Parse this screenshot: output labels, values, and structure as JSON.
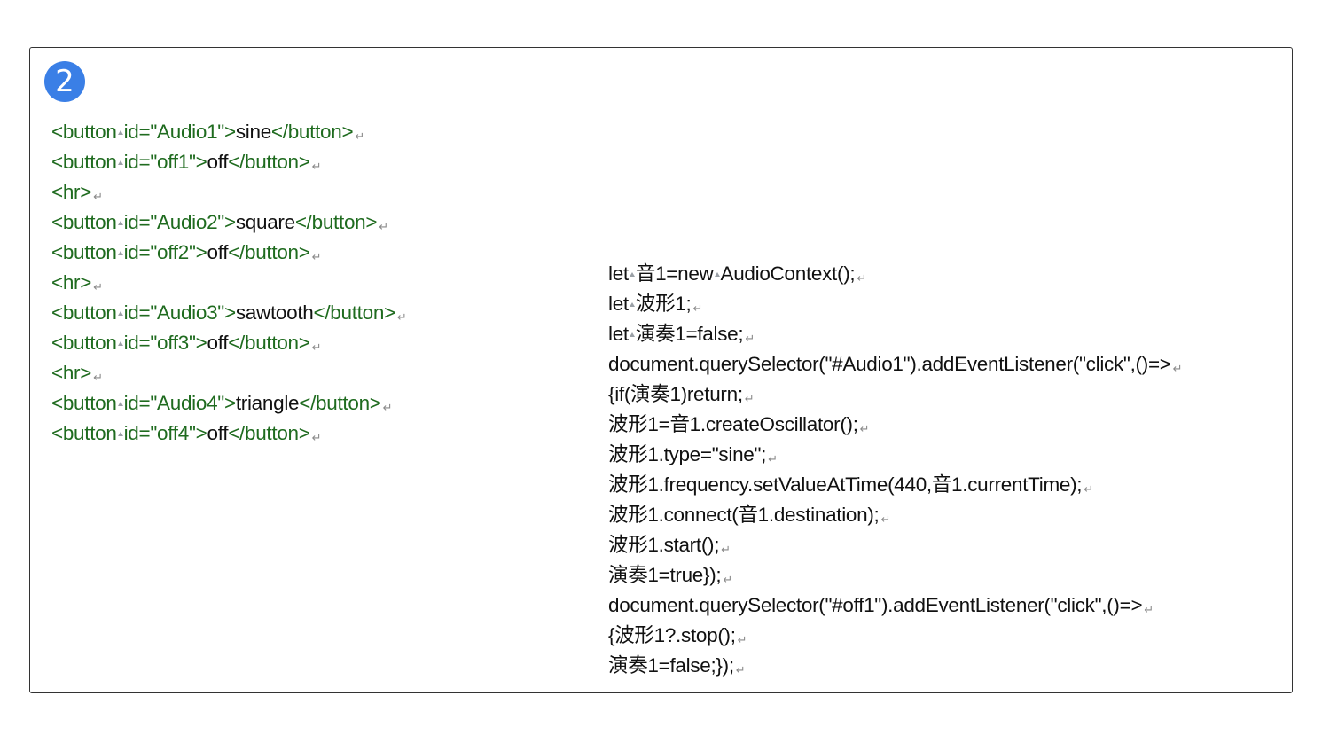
{
  "step_number": "2",
  "html_lines": [
    {
      "open": "<button",
      "sp": true,
      "attr": "id=\"Audio1\">",
      "text": "sine",
      "close": "</button>"
    },
    {
      "open": "<button",
      "sp": true,
      "attr": "id=\"off1\">",
      "text": "off",
      "close": "</button>"
    },
    {
      "open": "<hr>",
      "sp": false,
      "attr": "",
      "text": "",
      "close": ""
    },
    {
      "open": "<button",
      "sp": true,
      "attr": "id=\"Audio2\">",
      "text": "square",
      "close": "</button>"
    },
    {
      "open": "<button",
      "sp": true,
      "attr": "id=\"off2\">",
      "text": "off",
      "close": "</button>"
    },
    {
      "open": "<hr>",
      "sp": false,
      "attr": "",
      "text": "",
      "close": ""
    },
    {
      "open": "<button",
      "sp": true,
      "attr": "id=\"Audio3\">",
      "text": "sawtooth",
      "close": "</button>"
    },
    {
      "open": "<button",
      "sp": true,
      "attr": "id=\"off3\">",
      "text": "off",
      "close": "</button>"
    },
    {
      "open": "<hr>",
      "sp": false,
      "attr": "",
      "text": "",
      "close": ""
    },
    {
      "open": "<button",
      "sp": true,
      "attr": "id=\"Audio4\">",
      "text": "triangle",
      "close": "</button>"
    },
    {
      "open": "<button",
      "sp": true,
      "attr": "id=\"off4\">",
      "text": "off",
      "close": "</button>"
    }
  ],
  "js_lines": [
    {
      "a": "let",
      "sp": true,
      "b": "音1=new",
      "sp2": true,
      "c": "AudioContext();"
    },
    {
      "a": "let",
      "sp": true,
      "b": "波形1;",
      "sp2": false,
      "c": ""
    },
    {
      "a": "let",
      "sp": true,
      "b": "演奏1=false;",
      "sp2": false,
      "c": ""
    },
    {
      "a": "document.querySelector(\"#Audio1\").addEventListener(\"click\",()=>",
      "sp": false,
      "b": "",
      "sp2": false,
      "c": ""
    },
    {
      "a": "{if(演奏1)return;",
      "sp": false,
      "b": "",
      "sp2": false,
      "c": ""
    },
    {
      "a": "波形1=音1.createOscillator();",
      "sp": false,
      "b": "",
      "sp2": false,
      "c": ""
    },
    {
      "a": "波形1.type=\"sine\";",
      "sp": false,
      "b": "",
      "sp2": false,
      "c": ""
    },
    {
      "a": "波形1.frequency.setValueAtTime(440,音1.currentTime);",
      "sp": false,
      "b": "",
      "sp2": false,
      "c": ""
    },
    {
      "a": "波形1.connect(音1.destination);",
      "sp": false,
      "b": "",
      "sp2": false,
      "c": ""
    },
    {
      "a": "波形1.start();",
      "sp": false,
      "b": "",
      "sp2": false,
      "c": ""
    },
    {
      "a": "演奏1=true});",
      "sp": false,
      "b": "",
      "sp2": false,
      "c": ""
    },
    {
      "a": "document.querySelector(\"#off1\").addEventListener(\"click\",()=>",
      "sp": false,
      "b": "",
      "sp2": false,
      "c": ""
    },
    {
      "a": "{波形1?.stop();",
      "sp": false,
      "b": "",
      "sp2": false,
      "c": ""
    },
    {
      "a": "演奏1=false;});",
      "sp": false,
      "b": "",
      "sp2": false,
      "c": ""
    }
  ],
  "return_mark": "↵",
  "colors": {
    "tag": "#1f6b1f",
    "text": "#111111",
    "badge": "#3a7fe6",
    "border": "#333333"
  }
}
